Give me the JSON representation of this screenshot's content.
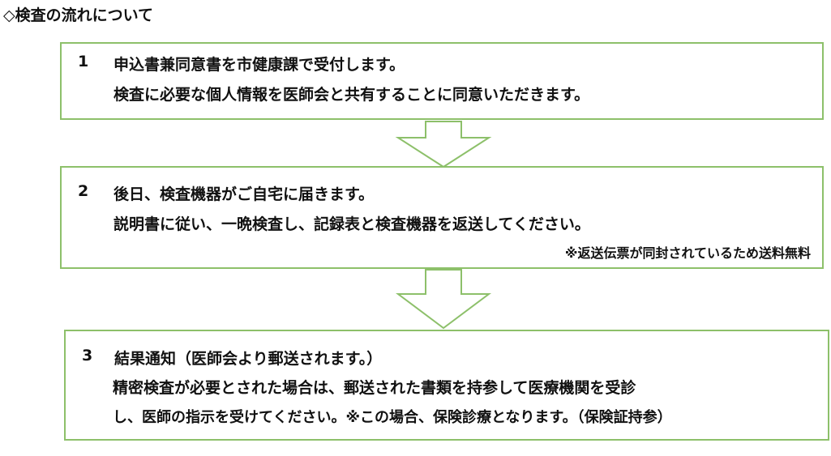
{
  "heading": "◇検査の流れについて",
  "steps": [
    {
      "number": "1",
      "lines": [
        "申込書兼同意書を市健康課で受付します。",
        "検査に必要な個人情報を医師会と共有することに同意いただきます。"
      ]
    },
    {
      "number": "2",
      "lines": [
        "後日、検査機器がご自宅に届きます。",
        "説明書に従い、一晩検査し、記録表と検査機器を返送してください。"
      ],
      "note": "※返送伝票が同封されているため送料無料"
    },
    {
      "number": "3",
      "lines": [
        "結果通知（医師会より郵送されます。）",
        "精密検査が必要とされた場合は、郵送された書類を持参して医療機関を受診",
        "し、医師の指示を受けてください。※この場合、保険診療となります。（保険証持参）"
      ]
    }
  ],
  "colors": {
    "border": "#8dc06a"
  }
}
